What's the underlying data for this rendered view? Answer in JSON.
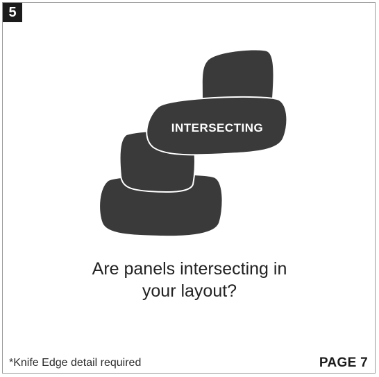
{
  "step": {
    "number": "5"
  },
  "illustration": {
    "panel_label": "INTERSECTING",
    "panel_color": "#3a3a3a",
    "outline_color": "#ffffff",
    "label_color": "#ffffff"
  },
  "question": {
    "line1": "Are panels intersecting in",
    "line2": "your layout?"
  },
  "footer": {
    "footnote": "*Knife Edge detail required",
    "page_label": "PAGE 7"
  }
}
